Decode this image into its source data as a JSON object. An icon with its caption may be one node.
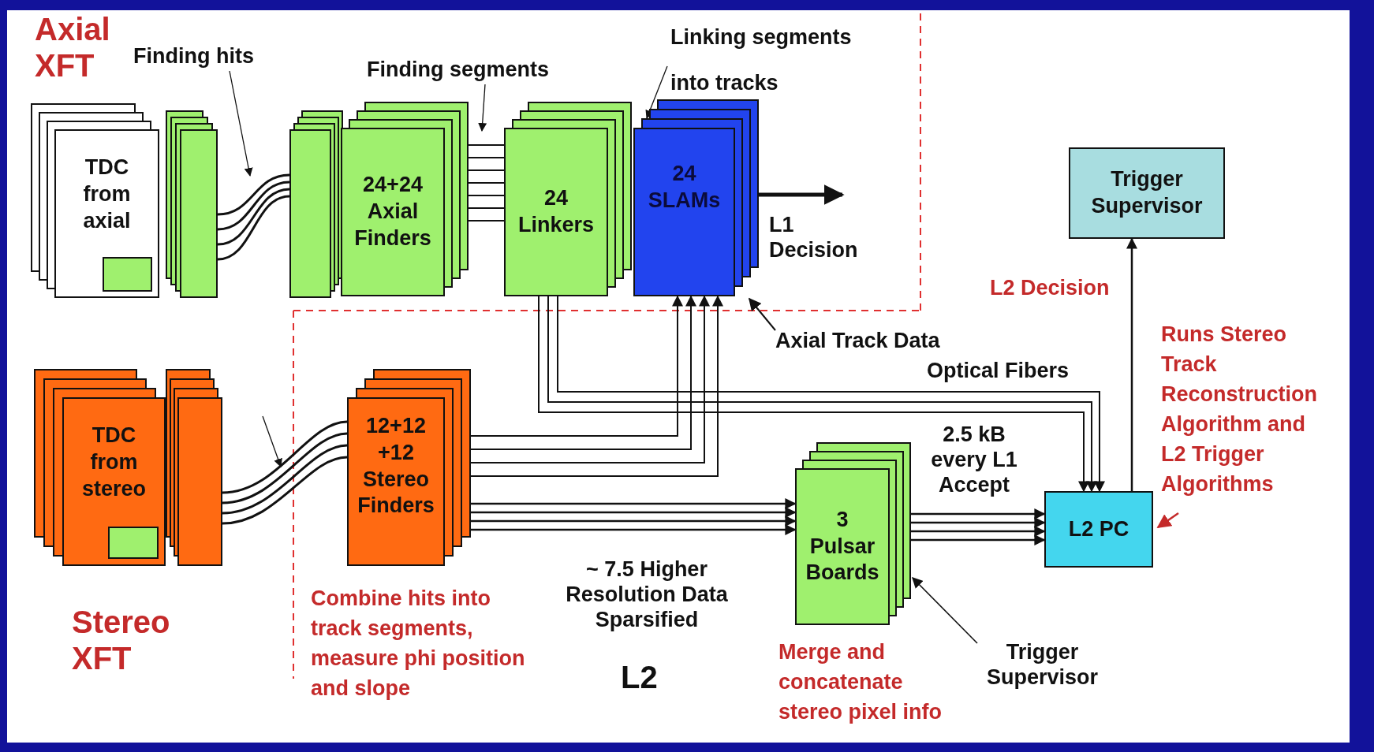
{
  "diagram": {
    "nodes": [
      {
        "text": [
          "TDC from axial"
        ]
      },
      {
        "text": [],
        "shape": "box"
      },
      {
        "text": [],
        "shape": "box"
      },
      {
        "text": [
          "24+24 Axial Finders"
        ]
      },
      {
        "text": [
          "24 Linkers"
        ]
      },
      {
        "text": [
          "24 SLAMs"
        ]
      },
      {
        "text": [
          "Trigger Supervisor"
        ]
      },
      {
        "text": [
          "TDC from stereo"
        ]
      },
      {
        "text": [],
        "shape": "box"
      },
      {
        "text": [
          "12+12 +12 Stereo Finders"
        ],
        "beside": [
          "Combine hits into track segments, measure phi position and slope"
        ]
      },
      {
        "text": [
          "3 Pulsar Boards"
        ],
        "beside": [
          "Merge and concatenate stereo pixel info"
        ]
      },
      {
        "text": [
          "L2 PC"
        ]
      },
      {
        "text": [
          "Finding hits"
        ]
      },
      {
        "text": [
          "Finding segments"
        ]
      },
      {
        "text": [
          "Linking segments into tracks"
        ]
      },
      {
        "text": [
          "Axial Track Data"
        ]
      },
      {
        "text": [
          "Trigger Supervisor"
        ]
      },
      {
        "text": [
          "Runs Stereo Track Reconstruction Algorithm and L2 Trigger Algorithms"
        ]
      },
      {
        "text": [
          "L1 Decision"
        ]
      }
    ],
    "edges": [
      {
        "from": 1,
        "to": 2,
        "arrow": "none"
      },
      {
        "from": 3,
        "to": 4,
        "arrow": "none"
      },
      {
        "from": 5,
        "to": 18,
        "arrow": "to",
        "style": "thick"
      },
      {
        "from": 8,
        "to": 9,
        "arrow": "none"
      },
      {
        "from": 9,
        "to": 5,
        "arrow": "to"
      },
      {
        "from": 9,
        "to": 5,
        "arrow": "to"
      },
      {
        "from": 9,
        "to": 5,
        "arrow": "to"
      },
      {
        "from": 9,
        "to": 5,
        "arrow": "to"
      },
      {
        "from": 4,
        "to": 11,
        "arrow": "to"
      },
      {
        "from": 4,
        "to": 11,
        "arrow": "to"
      },
      {
        "from": 4,
        "to": 11,
        "arrow": "to"
      },
      {
        "from": 9,
        "to": 10,
        "arrow": "to"
      },
      {
        "from": 9,
        "to": 10,
        "arrow": "to"
      },
      {
        "from": 9,
        "to": 10,
        "arrow": "to"
      },
      {
        "from": 9,
        "to": 10,
        "arrow": "to"
      },
      {
        "from": 10,
        "to": 11,
        "arrow": "to"
      },
      {
        "from": 10,
        "to": 11,
        "arrow": "to"
      },
      {
        "from": 10,
        "to": 11,
        "arrow": "to"
      },
      {
        "from": 10,
        "to": 11,
        "arrow": "to"
      },
      {
        "from": 11,
        "to": 6,
        "arrow": "to"
      },
      {
        "from": 12,
        "to": 1,
        "arrow": "to"
      },
      {
        "from": 13,
        "to": 3,
        "arrow": "to"
      },
      {
        "from": 14,
        "to": 5,
        "arrow": "to"
      },
      {
        "from": 15,
        "to": 5,
        "arrow": "to"
      },
      {
        "from": 16,
        "to": 10,
        "arrow": "to"
      },
      {
        "from": 17,
        "to": 11,
        "arrow": "to",
        "color": "#c42a2a"
      }
    ],
    "labels": [
      "Axial XFT",
      "L2 Decision",
      "Optical Fibers",
      "2.5 kB every L1 Accept",
      "~ 7.5 Higher Resolution Data Sparsified",
      "L2",
      "Stereo XFT"
    ]
  }
}
